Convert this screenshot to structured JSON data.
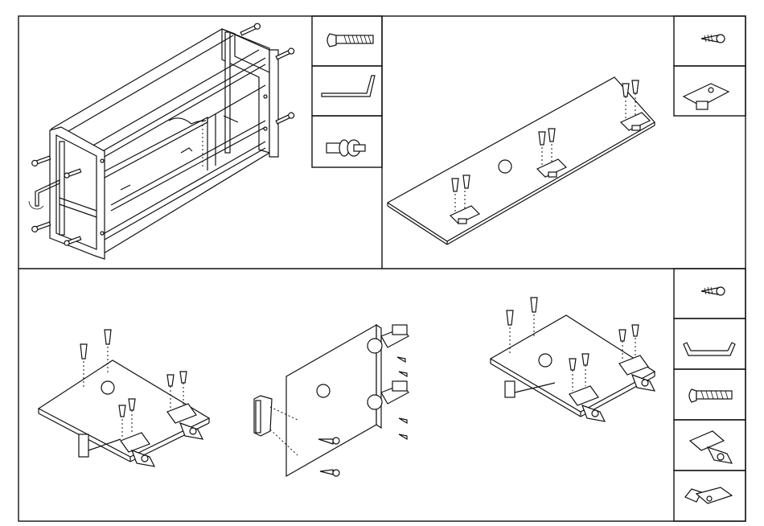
{
  "instruction_sheet": {
    "panels": [
      {
        "step": "cabinet-frame-assembly",
        "parts": [
          "cam-bolt-icon",
          "hex-key-icon",
          "cam-lock-icon"
        ]
      },
      {
        "step": "hinge-mounting-on-panel",
        "parts": [
          "wood-screw-icon",
          "mounting-plate-hinge-icon"
        ]
      },
      {
        "step": "door-assembly",
        "parts": [
          "wood-screw-icon",
          "door-handle-icon",
          "machine-screw-icon",
          "concealed-hinge-icon",
          "hinge-side-view-icon"
        ]
      }
    ]
  }
}
